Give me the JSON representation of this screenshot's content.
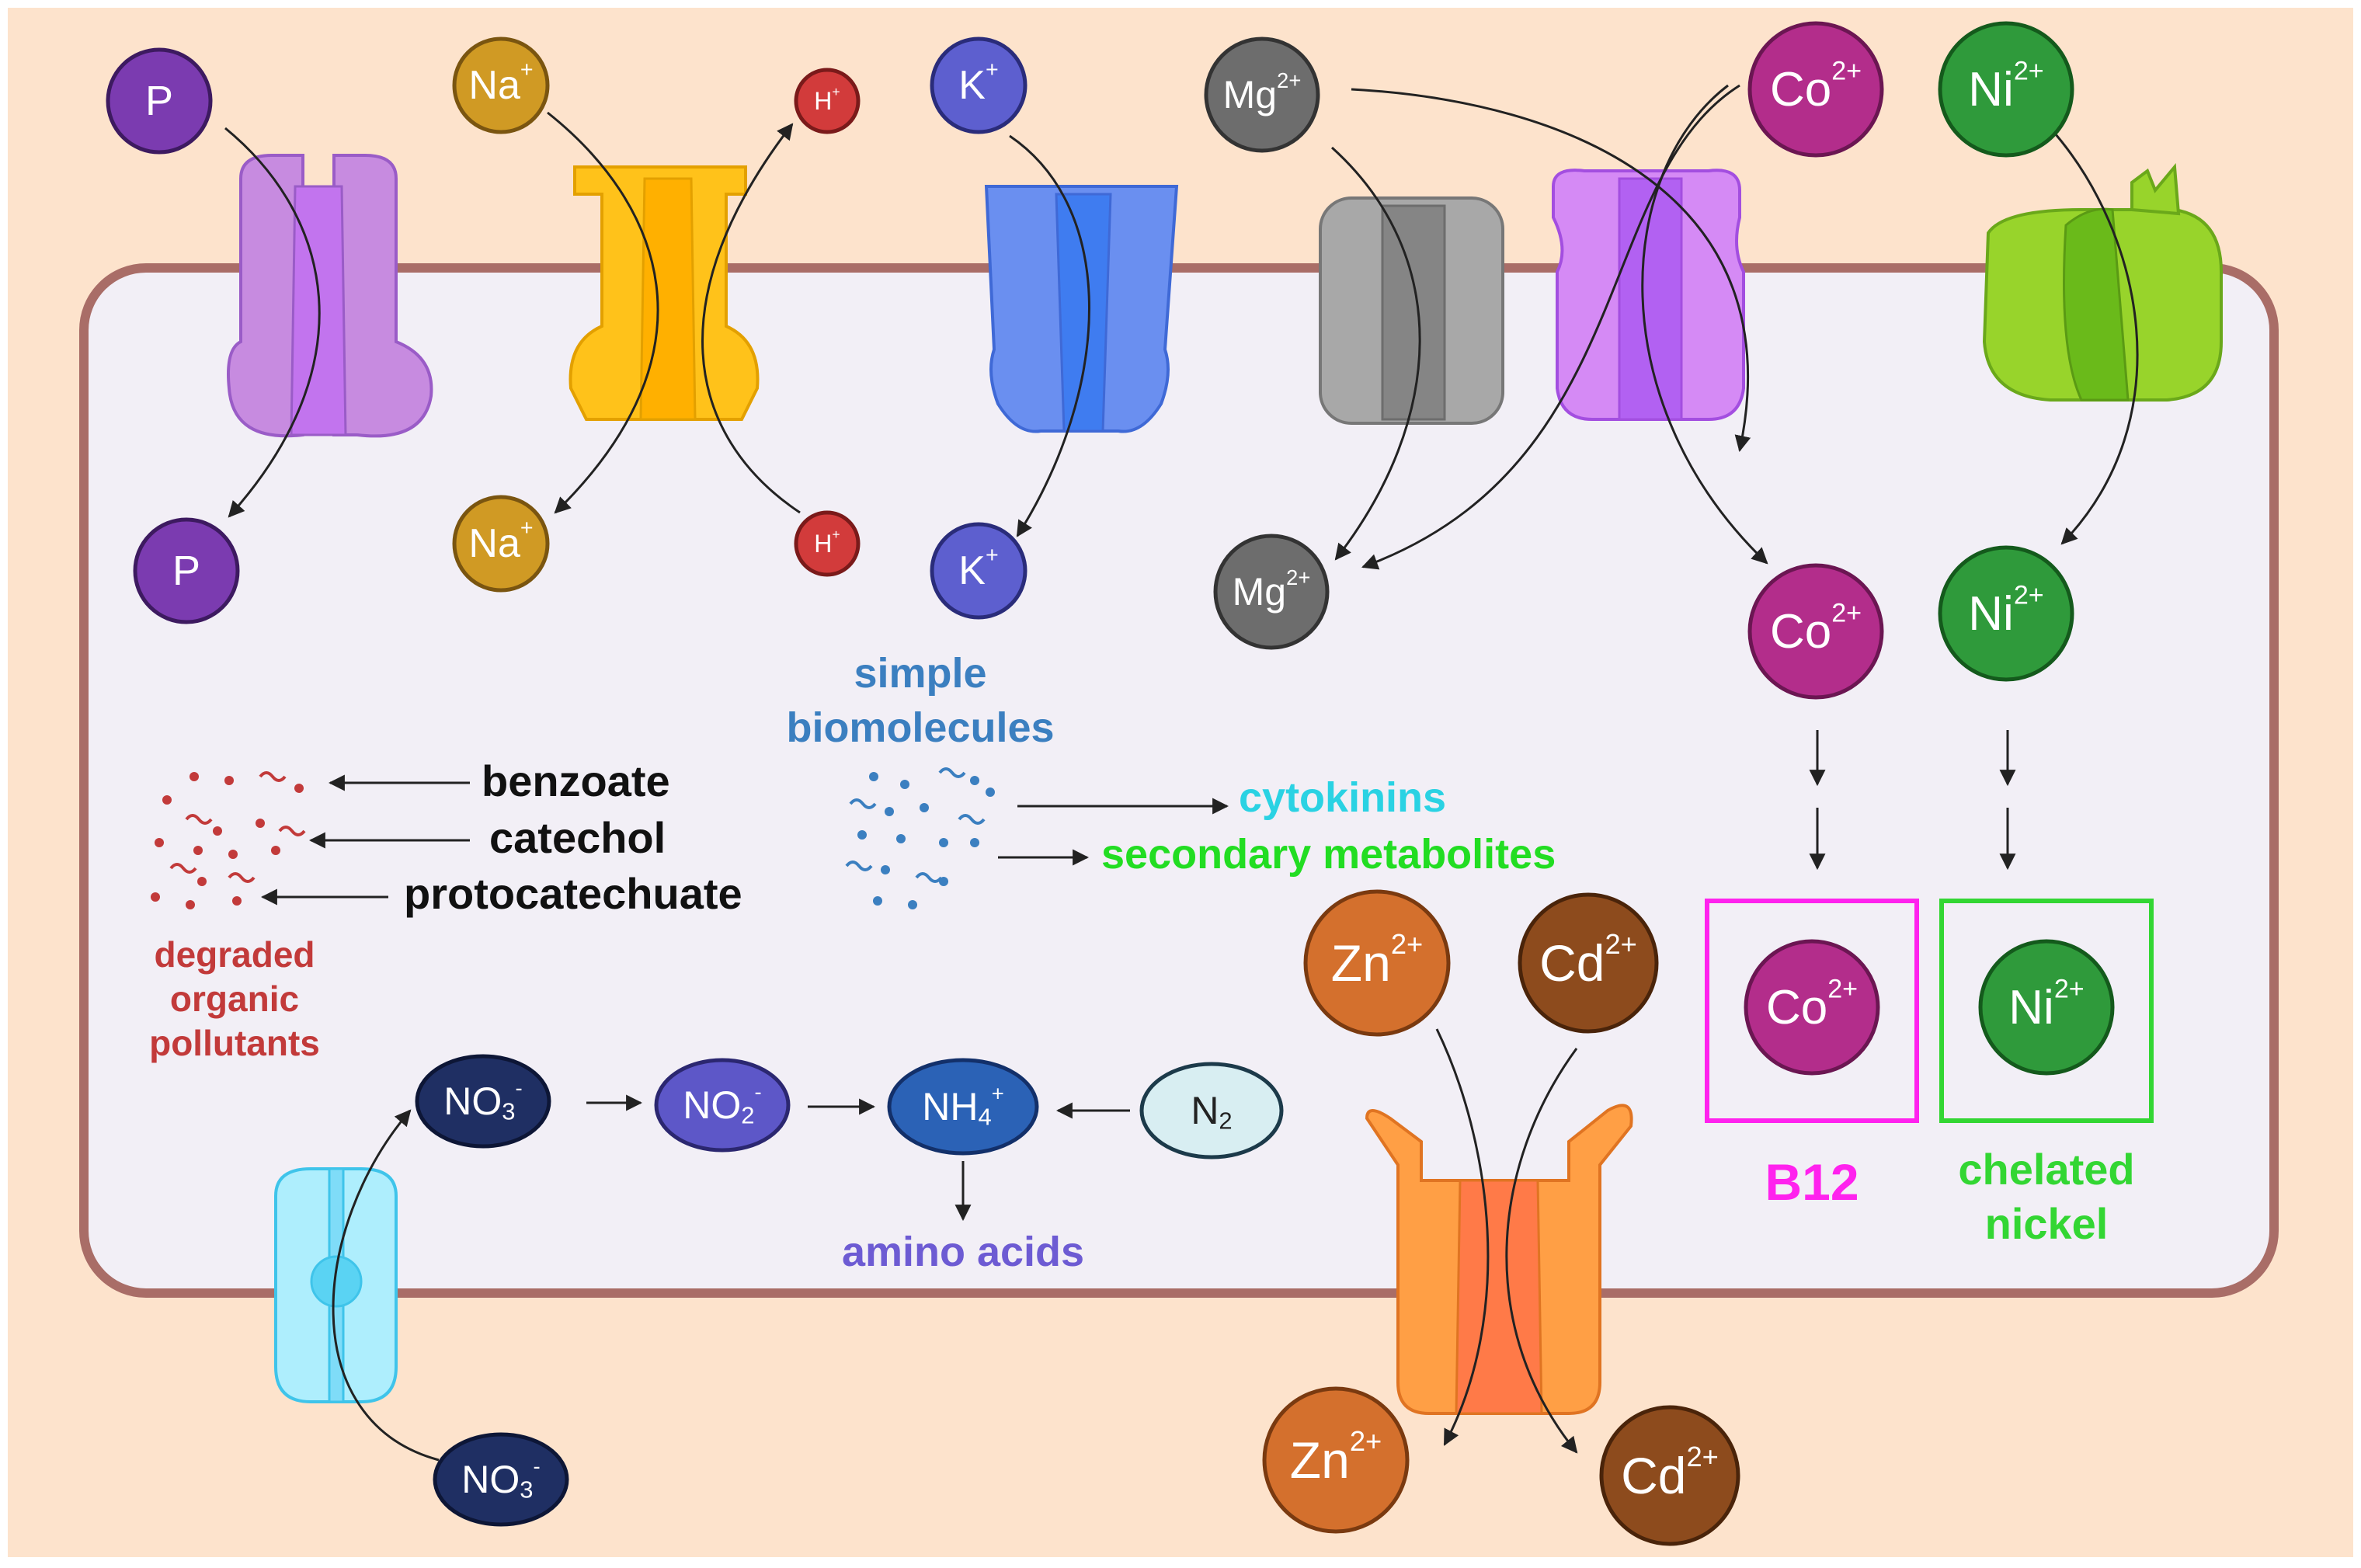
{
  "colors": {
    "background": "#fde3cc",
    "cell_fill": "#f2eff6",
    "cell_border": "#a96d67",
    "phosphate": "#7b3bb0",
    "sodium": "#d09a24",
    "proton": "#d23b3b",
    "potassium": "#5d5fcf",
    "magnesium": "#6d6d6d",
    "cobalt": "#b32d8b",
    "nickel": "#2f9a3b",
    "zinc": "#d4702d",
    "cadmium": "#8d4b1d",
    "nitrate": "#1f2f63",
    "nitrite": "#5d57c8",
    "ammonium": "#2b62b6",
    "nitrogen_gas": "#d8eef2",
    "b12": "#ff22ee",
    "chelated_nickel": "#33d633",
    "cytokinins": "#2ad2e3",
    "secondary_metabolites": "#22dd22",
    "simple_biomolecules": "#3b7fc0",
    "degraded_organic_pollutants": "#c23a3a",
    "amino_acids": "#6d5bd3",
    "organic_compounds": "#111111"
  },
  "ions": {
    "p_out": {
      "base": "P",
      "sup": "",
      "sub": ""
    },
    "p_in": {
      "base": "P",
      "sup": "",
      "sub": ""
    },
    "na_out": {
      "base": "Na",
      "sup": "+",
      "sub": ""
    },
    "na_in": {
      "base": "Na",
      "sup": "+",
      "sub": ""
    },
    "h_out": {
      "base": "H",
      "sup": "+",
      "sub": ""
    },
    "h_in": {
      "base": "H",
      "sup": "+",
      "sub": ""
    },
    "k_out": {
      "base": "K",
      "sup": "+",
      "sub": ""
    },
    "k_in": {
      "base": "K",
      "sup": "+",
      "sub": ""
    },
    "mg_out": {
      "base": "Mg",
      "sup": "2+",
      "sub": ""
    },
    "mg_in": {
      "base": "Mg",
      "sup": "2+",
      "sub": ""
    },
    "co_out": {
      "base": "Co",
      "sup": "2+",
      "sub": ""
    },
    "co_in": {
      "base": "Co",
      "sup": "2+",
      "sub": ""
    },
    "co_b12": {
      "base": "Co",
      "sup": "2+",
      "sub": ""
    },
    "ni_out": {
      "base": "Ni",
      "sup": "2+",
      "sub": ""
    },
    "ni_in": {
      "base": "Ni",
      "sup": "2+",
      "sub": ""
    },
    "ni_chel": {
      "base": "Ni",
      "sup": "2+",
      "sub": ""
    },
    "zn_in": {
      "base": "Zn",
      "sup": "2+",
      "sub": ""
    },
    "zn_out": {
      "base": "Zn",
      "sup": "2+",
      "sub": ""
    },
    "cd_in": {
      "base": "Cd",
      "sup": "2+",
      "sub": ""
    },
    "cd_out": {
      "base": "Cd",
      "sup": "2+",
      "sub": ""
    },
    "no3_in": {
      "base": "NO",
      "sub": "3",
      "sup": "-"
    },
    "no3_out": {
      "base": "NO",
      "sub": "3",
      "sup": "-"
    },
    "no2": {
      "base": "NO",
      "sub": "2",
      "sup": "-"
    },
    "nh4": {
      "base": "NH",
      "sub": "4",
      "sup": "+"
    },
    "n2": {
      "base": "N",
      "sub": "2",
      "sup": ""
    }
  },
  "labels": {
    "simple_biomolecules_line1": "simple",
    "simple_biomolecules_line2": "biomolecules",
    "cytokinins": "cytokinins",
    "secondary_metabolites": "secondary metabolites",
    "benzoate": "benzoate",
    "catechol": "catechol",
    "protocatechuate": "protocatechuate",
    "degraded_line1": "degraded",
    "degraded_line2": "organic",
    "degraded_line3": "pollutants",
    "amino_acids": "amino acids",
    "b12": "B12",
    "chelated_line1": "chelated",
    "chelated_line2": "nickel"
  }
}
